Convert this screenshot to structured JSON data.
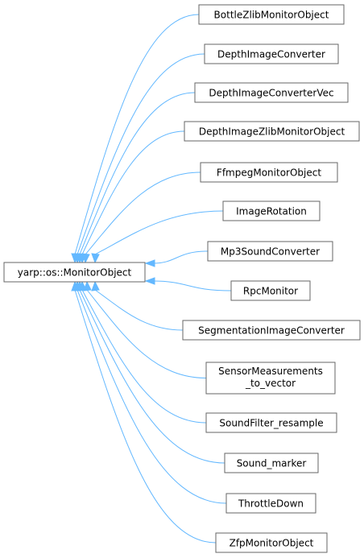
{
  "base_class": "yarp::os::MonitorObject",
  "derived_classes": [
    [
      "BottleZlibMonitorObject"
    ],
    [
      "DepthImageConverter"
    ],
    [
      "DepthImageConverterVec"
    ],
    [
      "DepthImageZlibMonitorObject"
    ],
    [
      "FfmpegMonitorObject"
    ],
    [
      "ImageRotation"
    ],
    [
      "Mp3SoundConverter"
    ],
    [
      "RpcMonitor"
    ],
    [
      "SegmentationImageConverter"
    ],
    [
      "SensorMeasurements",
      "_to_vector"
    ],
    [
      "SoundFilter_resample"
    ],
    [
      "Sound_marker"
    ],
    [
      "ThrottleDown"
    ],
    [
      "ZfpMonitorObject"
    ]
  ],
  "colors": {
    "edge": "#63b8ff",
    "node_border": "#666666",
    "node_fill": "#ffffff",
    "text": "#000000"
  }
}
